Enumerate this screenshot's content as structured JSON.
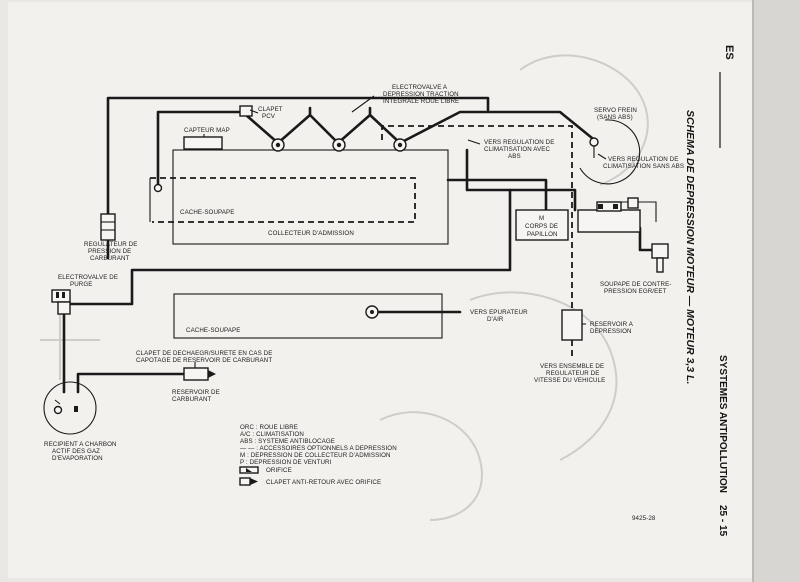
{
  "page": {
    "header_code": "ES",
    "section_title": "SYSTEMES ANTIPOLLUTION",
    "diagram_title": "SCHEMA DE DEPRESSION MOTEUR — MOTEUR 3,3 L.",
    "page_number": "25 - 15",
    "figure_id": "9425-28"
  },
  "labels": {
    "electrovalve_traction": [
      "ELECTROVALVE A",
      "DEPRESSION TRACTION",
      "INTEGRALE ROUE LIBRE"
    ],
    "clapet_pcv": [
      "CLAPET",
      "PCV"
    ],
    "capteur_map": "CAPTEUR MAP",
    "vers_regulation_abs": [
      "VERS REGULATION DE",
      "CLIMATISATION AVEC",
      "ABS"
    ],
    "servo_frein": [
      "SERVO FREIN",
      "(SANS ABS)"
    ],
    "vers_regulation_sans_abs": [
      "VERS REGULATION DE",
      "CLIMATISATION SANS ABS"
    ],
    "cache_soupape_top": "CACHE-SOUPAPE",
    "collecteur": "COLLECTEUR D'ADMISSION",
    "corps_papillon": [
      "M",
      "CORPS DE",
      "PAPILLON"
    ],
    "regulateur_pression": [
      "REGULATEUR DE",
      "PRESSION DE",
      "CARBURANT"
    ],
    "electrovalve_purge": [
      "ELECTROVALVE DE",
      "PURGE"
    ],
    "soupape_contre_pression": [
      "SOUPAPE DE CONTRE-",
      "PRESSION EGR/EET"
    ],
    "cache_soupape_bottom": "CACHE-SOUPAPE",
    "vers_epurateur": [
      "VERS EPURATEUR",
      "D'AIR"
    ],
    "reservoir_depression": [
      "RESERVOIR A",
      "DEPRESSION"
    ],
    "clapet_decharge": [
      "CLAPET DE DECHAEGR/SURETE EN CAS DE",
      "CAPOTAGE DE RESERVOIR DE CARBURANT"
    ],
    "reservoir_carburant": [
      "RESERVOIR DE",
      "CARBURANT"
    ],
    "vers_ensemble_regulateur": [
      "VERS ENSEMBLE DE",
      "REGULATEUR DE",
      "VITESSE DU VEHICULE"
    ],
    "recipient_charbon": [
      "RECIPIENT A CHARBON",
      "ACTIF DES GAZ",
      "D'EVAPORATION"
    ]
  },
  "legend": {
    "lines": [
      "ORC : ROUE LIBRE",
      "A/C : CLIMATISATION",
      "ABS : SYSTEME ANTIBLOCAGE",
      "— — : ACCESSOIRES OPTIONNELS A DEPRESSION",
      "M : DEPRESSION DE COLLECTEUR D'ADMISSION",
      "P : DEPRESSION DE VENTURI"
    ],
    "orifice": "ORIFICE",
    "clapet_anti_retour": "CLAPET ANTI-RETOUR AVEC ORIFICE"
  }
}
